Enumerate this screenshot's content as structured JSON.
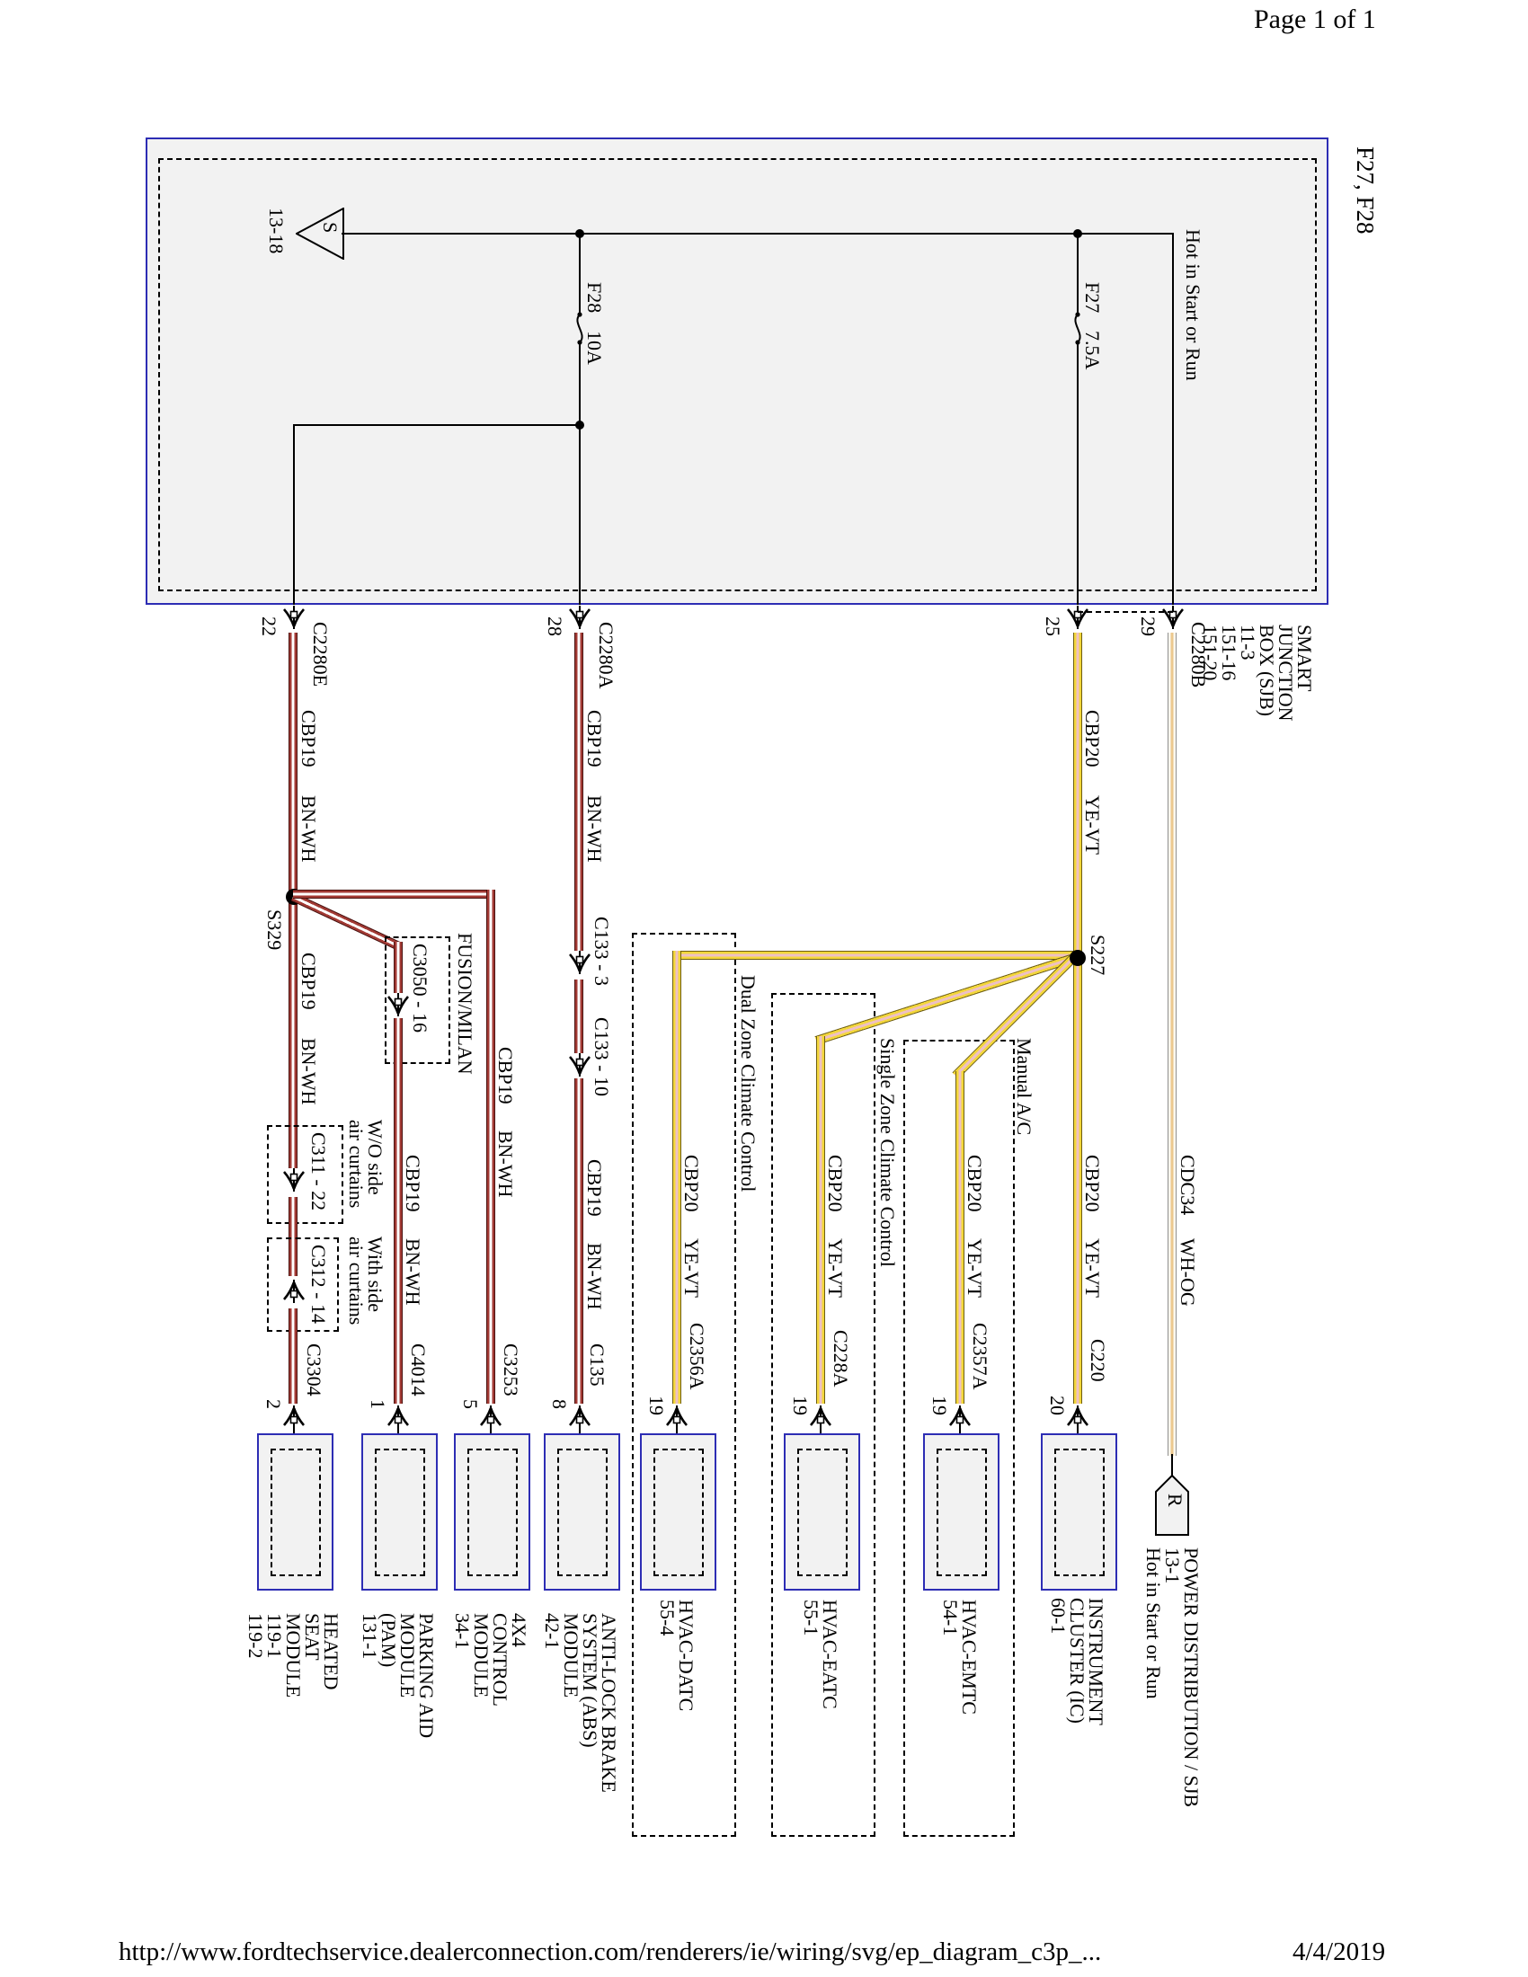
{
  "page": {
    "label": "Page 1 of 1",
    "footer_url": "http://www.fordtechservice.dealerconnection.com/renderers/ie/wiring/svg/ep_diagram_c3p_...",
    "footer_date": "4/4/2019"
  },
  "sjb": {
    "title": "F27, F28",
    "hot": "Hot in Start or Run",
    "s_symbol": "S",
    "s_ref": "13-18",
    "f28": {
      "name": "F28",
      "amp": "10A"
    },
    "f27": {
      "name": "F27",
      "amp": "7.5A"
    },
    "block_label": "SMART\nJUNCTION\nBOX (SJB)\n11-3\n151-16\n151-20",
    "pins": {
      "p22": "22",
      "p28": "28",
      "p25": "25",
      "p29": "29"
    },
    "connectors": {
      "c2280e": "C2280E",
      "c2280a": "C2280A",
      "c2280b": "C2280B"
    }
  },
  "wires": {
    "cbp19": "CBP19",
    "bnwh": "BN-WH",
    "cbp20": "CBP20",
    "yevt": "YE-VT",
    "cdc34": "CDC34",
    "whog": "WH-OG"
  },
  "splices": {
    "s329": "S329",
    "s227": "S227"
  },
  "inline": {
    "c3050": "C3050 - 16",
    "fusion": "FUSION/MILAN",
    "c311": "C311 - 22",
    "wo_side": "W/O side\nair curtains",
    "c312": "C312 - 14",
    "with_side": "With side\nair curtains",
    "c133_3": "C133 - 3",
    "c133_10": "C133 - 10"
  },
  "zones": {
    "dual": "Dual Zone Climate Control",
    "single": "Single Zone Climate Control",
    "manual": "Manual A/C"
  },
  "power": {
    "r_symbol": "R",
    "label": "POWER DISTRIBUTION / SJB\n13-1\nHot in Start or Run"
  },
  "modules": [
    {
      "pin": "2",
      "conn": "C3304",
      "label": "HEATED\nSEAT\nMODULE\n119-1\n119-2"
    },
    {
      "pin": "1",
      "conn": "C4014",
      "label": "PARKING AID\nMODULE\n(PAM)\n131-1"
    },
    {
      "pin": "5",
      "conn": "C3253",
      "label": "4X4\nCONTROL\nMODULE\n34-1"
    },
    {
      "pin": "8",
      "conn": "C135",
      "label": "ANTI-LOCK BRAKE\nSYSTEM (ABS)\nMODULE\n42-1"
    },
    {
      "pin": "19",
      "conn": "C2356A",
      "label": "HVAC-DATC\n55-4"
    },
    {
      "pin": "19",
      "conn": "C228A",
      "label": "HVAC-EATC\n55-1"
    },
    {
      "pin": "19",
      "conn": "C2357A",
      "label": "HVAC-EMTC\n54-1"
    },
    {
      "pin": "20",
      "conn": "C220",
      "label": "INSTRUMENT\nCLUSTER (IC)\n60-1"
    }
  ],
  "colors": {
    "wire_brown": "#a23a34",
    "wire_yellow": "#f3d73b",
    "violet_stripe": "#eec0c4",
    "white_wire": "#faf7ee",
    "orange_stripe": "#ecc88e",
    "module_border_blue": "#2d2db4",
    "box_fill": "#f2f2f2"
  }
}
